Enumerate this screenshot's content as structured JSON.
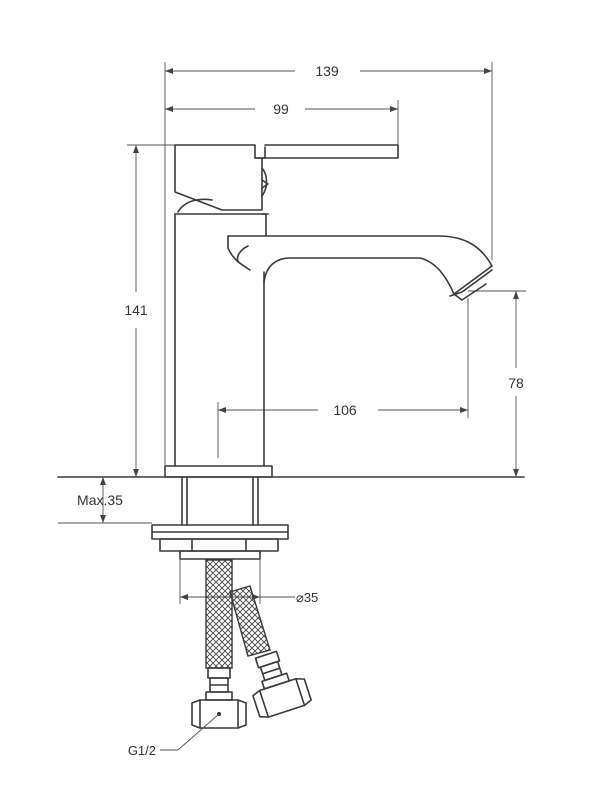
{
  "dimensions": {
    "overall_width": "139",
    "handle_reach": "99",
    "total_height": "141",
    "spout_height": "78",
    "spout_reach": "106",
    "max_counter_thickness": "Max.35",
    "hole_diameter": "⌀35",
    "thread": "G1/2"
  },
  "colors": {
    "line": "#3a3a3a",
    "background": "#ffffff"
  }
}
